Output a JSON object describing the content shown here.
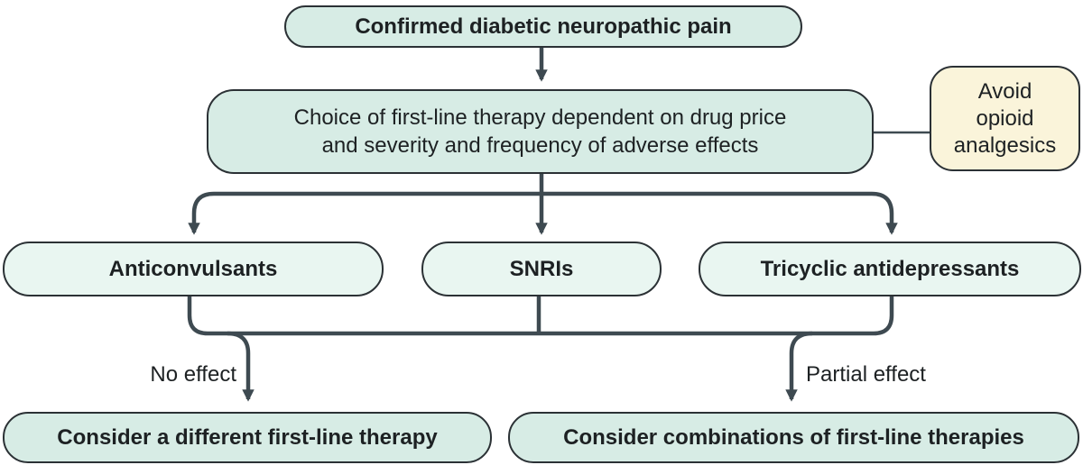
{
  "diagram": {
    "boxes": {
      "confirmed": "Confirmed diabetic neuropathic pain",
      "choice": "Choice of first-line therapy dependent on drug price\nand severity and frequency of adverse effects",
      "avoid": "Avoid\nopioid\nanalgesics"
    },
    "first_line_options": [
      "Anticonvulsants",
      "SNRIs",
      "Tricyclic antidepressants"
    ],
    "edge_labels": {
      "no_effect": "No effect",
      "partial_effect": "Partial effect"
    },
    "outcomes": {
      "no_effect": "Consider a different first-line therapy",
      "partial_effect": "Consider combinations of first-line therapies"
    },
    "colors": {
      "box_fill_mint": "#d7ece5",
      "box_fill_mint_light": "#e9f6f1",
      "box_fill_cream": "#faf4da",
      "box_border": "#2b3135",
      "connector_line": "#3e4a51",
      "text": "#1d2123"
    }
  }
}
